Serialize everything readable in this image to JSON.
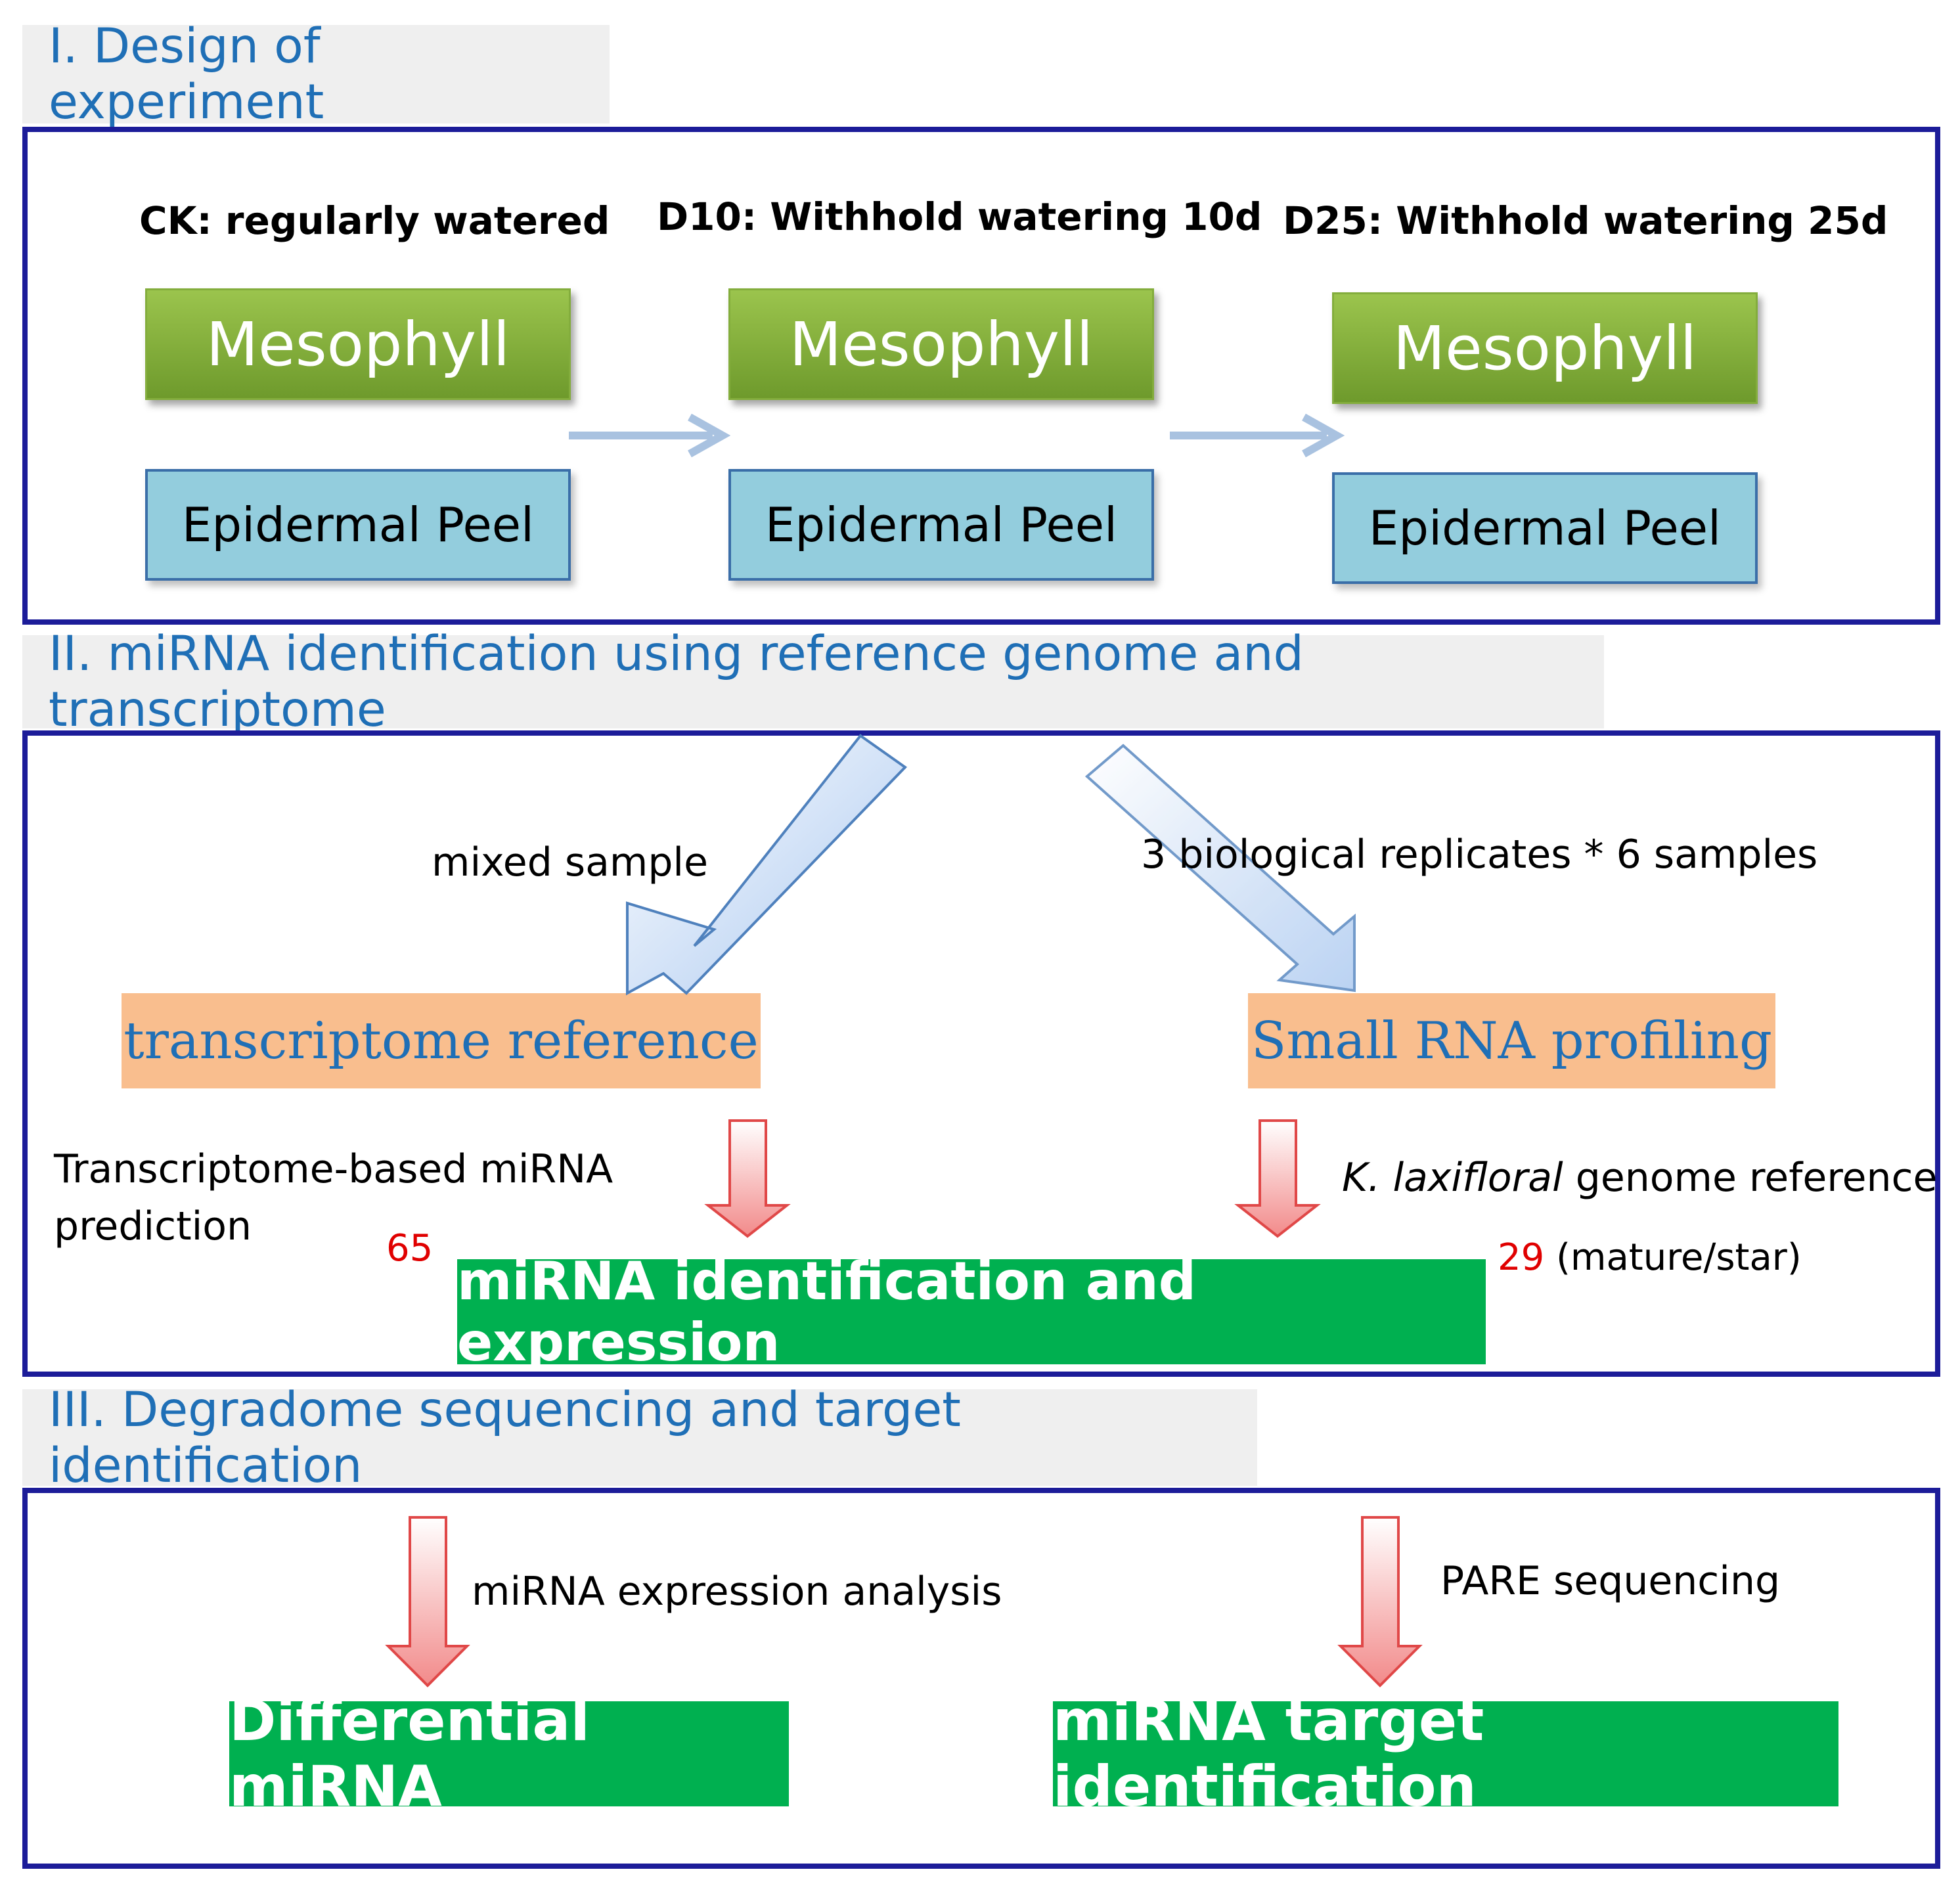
{
  "section1": {
    "title": "I. Design of experiment",
    "conditions": [
      {
        "label": "CK: regularly watered",
        "mesophyll": "Mesophyll",
        "peel": "Epidermal Peel"
      },
      {
        "label": "D10: Withhold watering 10d",
        "mesophyll": "Mesophyll",
        "peel": "Epidermal Peel"
      },
      {
        "label": "D25: Withhold watering 25d",
        "mesophyll": "Mesophyll",
        "peel": "Epidermal Peel"
      }
    ]
  },
  "section2": {
    "title": "II. miRNA identification using reference genome and transcriptome",
    "left_branch_label": "mixed sample",
    "right_branch_label": "3 biological replicates * 6 samples",
    "left_box": "transcriptome reference",
    "right_box": "Small RNA profiling",
    "left_method_line1": "Transcriptome-based miRNA",
    "left_method_line2": "prediction",
    "right_method_italic": "K. laxifloral",
    "right_method_rest": " genome reference",
    "left_count": "65",
    "right_count": "29",
    "right_count_note": " (mature/star)",
    "result_box": "miRNA identification and expression"
  },
  "section3": {
    "title": "III. Degradome sequencing and target identification",
    "left_step": "miRNA expression analysis",
    "right_step": "PARE sequencing",
    "left_result": "Differential miRNA",
    "right_result": "miRNA target identification"
  },
  "colors": {
    "frame": "#1c1c99",
    "title_text": "#1f6fb6",
    "mesophyll_green": "#7aa836",
    "peel_blue": "#93cddd",
    "orange_box": "#f9be8e",
    "result_green": "#00b050",
    "count_red": "#e00000"
  }
}
